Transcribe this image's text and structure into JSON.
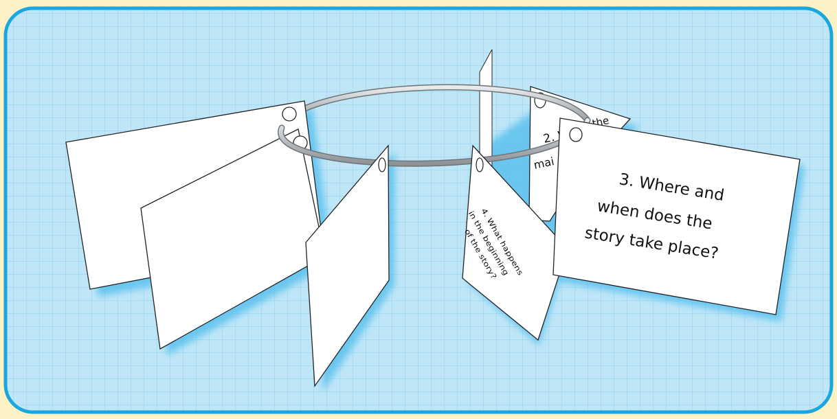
{
  "illustration": {
    "cards": [
      {
        "id": "card-1",
        "text_lines": []
      },
      {
        "id": "card-2",
        "text_lines": [
          "2. W",
          "the",
          "mai"
        ]
      },
      {
        "id": "card-3",
        "text_lines": [
          "3. Where and",
          "when does the",
          "story take place?"
        ]
      },
      {
        "id": "card-4",
        "text_lines": [
          "4. What happens",
          "in the beginning",
          "of the story?"
        ]
      },
      {
        "id": "card-5",
        "text_lines": []
      },
      {
        "id": "card-6",
        "text_lines": []
      }
    ]
  },
  "colors": {
    "page_background": "#fdf1c6",
    "panel_fill": "#bfe6f7",
    "panel_border": "#1aa7e0",
    "grid_line": "#8fd0ef",
    "card_shadow": "#5cc1ee",
    "ring": "#b8bcc0"
  }
}
